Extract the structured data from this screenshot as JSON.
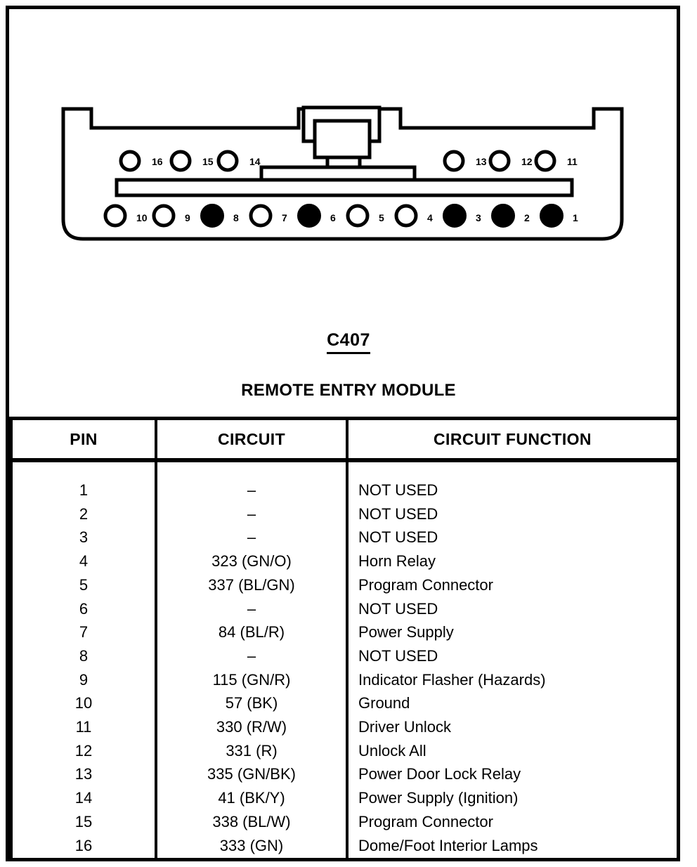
{
  "figure": {
    "name": "connector-face-view",
    "connector_id": "C407",
    "module_name": "REMOTE ENTRY MODULE",
    "pin_count": 16,
    "top_row_pins": [
      {
        "pin": "16",
        "filled": false
      },
      {
        "pin": "15",
        "filled": false
      },
      {
        "pin": "14",
        "filled": false
      },
      {
        "pin": "13",
        "filled": false
      },
      {
        "pin": "12",
        "filled": false
      },
      {
        "pin": "11",
        "filled": false
      }
    ],
    "bottom_row_pins": [
      {
        "pin": "10",
        "filled": false
      },
      {
        "pin": "9",
        "filled": false
      },
      {
        "pin": "8",
        "filled": true
      },
      {
        "pin": "7",
        "filled": false
      },
      {
        "pin": "6",
        "filled": true
      },
      {
        "pin": "5",
        "filled": false
      },
      {
        "pin": "4",
        "filled": false
      },
      {
        "pin": "3",
        "filled": true
      },
      {
        "pin": "2",
        "filled": true
      },
      {
        "pin": "1",
        "filled": true
      }
    ]
  },
  "table": {
    "headers": {
      "pin": "PIN",
      "circuit": "CIRCUIT",
      "function": "CIRCUIT FUNCTION"
    },
    "rows": [
      {
        "pin": "1",
        "circuit": "–",
        "function": "NOT USED"
      },
      {
        "pin": "2",
        "circuit": "–",
        "function": "NOT USED"
      },
      {
        "pin": "3",
        "circuit": "–",
        "function": "NOT USED"
      },
      {
        "pin": "4",
        "circuit": "323 (GN/O)",
        "function": "Horn Relay"
      },
      {
        "pin": "5",
        "circuit": "337 (BL/GN)",
        "function": "Program Connector"
      },
      {
        "pin": "6",
        "circuit": "–",
        "function": "NOT USED"
      },
      {
        "pin": "7",
        "circuit": "84 (BL/R)",
        "function": "Power Supply"
      },
      {
        "pin": "8",
        "circuit": "–",
        "function": "NOT USED"
      },
      {
        "pin": "9",
        "circuit": "115 (GN/R)",
        "function": "Indicator Flasher (Hazards)"
      },
      {
        "pin": "10",
        "circuit": "57 (BK)",
        "function": "Ground"
      },
      {
        "pin": "11",
        "circuit": "330 (R/W)",
        "function": "Driver Unlock"
      },
      {
        "pin": "12",
        "circuit": "331 (R)",
        "function": "Unlock All"
      },
      {
        "pin": "13",
        "circuit": "335 (GN/BK)",
        "function": "Power Door Lock Relay"
      },
      {
        "pin": "14",
        "circuit": "41 (BK/Y)",
        "function": "Power Supply (Ignition)"
      },
      {
        "pin": "15",
        "circuit": "338 (BL/W)",
        "function": "Program Connector"
      },
      {
        "pin": "16",
        "circuit": "333 (GN)",
        "function": "Dome/Foot Interior Lamps"
      }
    ]
  },
  "colors": {
    "ink": "#000000",
    "paper": "#ffffff"
  }
}
